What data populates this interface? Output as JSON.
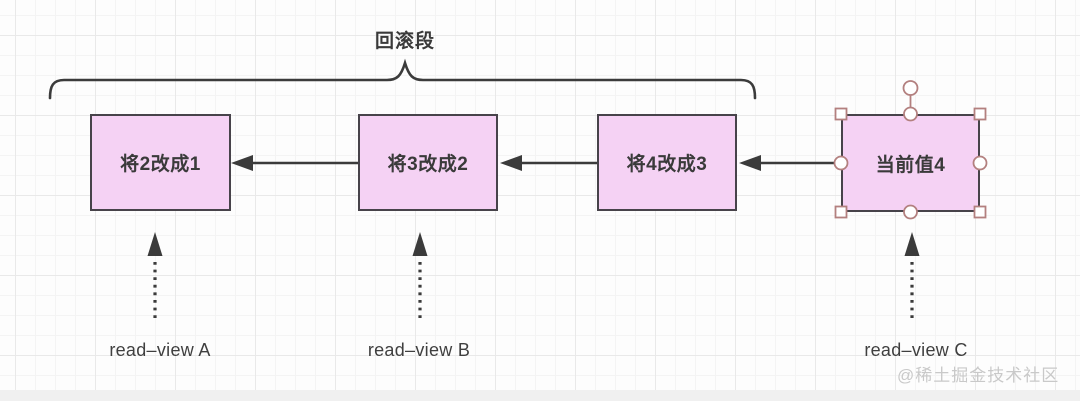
{
  "colors": {
    "canvas_bg": "#fdfdfd",
    "grid_minor": "#f4f4f4",
    "grid_major": "#e9e9e9",
    "node_fill": "#f5d2f4",
    "node_border": "#47434a",
    "node_text": "#3a3a3a",
    "connector": "#3b3b3b",
    "handle_stroke": "#b3807f",
    "handle_fill": "#ffffff",
    "label_text": "#3f3f3f",
    "watermark_text": "#c9c9c9",
    "bottom_strip": "#f0f0f0"
  },
  "diagram": {
    "brace_label": "回滚段",
    "nodes": [
      {
        "label": "将2改成1"
      },
      {
        "label": "将3改成2"
      },
      {
        "label": "将4改成3"
      },
      {
        "label": "当前值4",
        "selected": true
      }
    ],
    "read_views": [
      {
        "label": "read–view A"
      },
      {
        "label": "read–view B"
      },
      {
        "label": "read–view C"
      }
    ],
    "watermark": "@稀土掘金技术社区"
  }
}
